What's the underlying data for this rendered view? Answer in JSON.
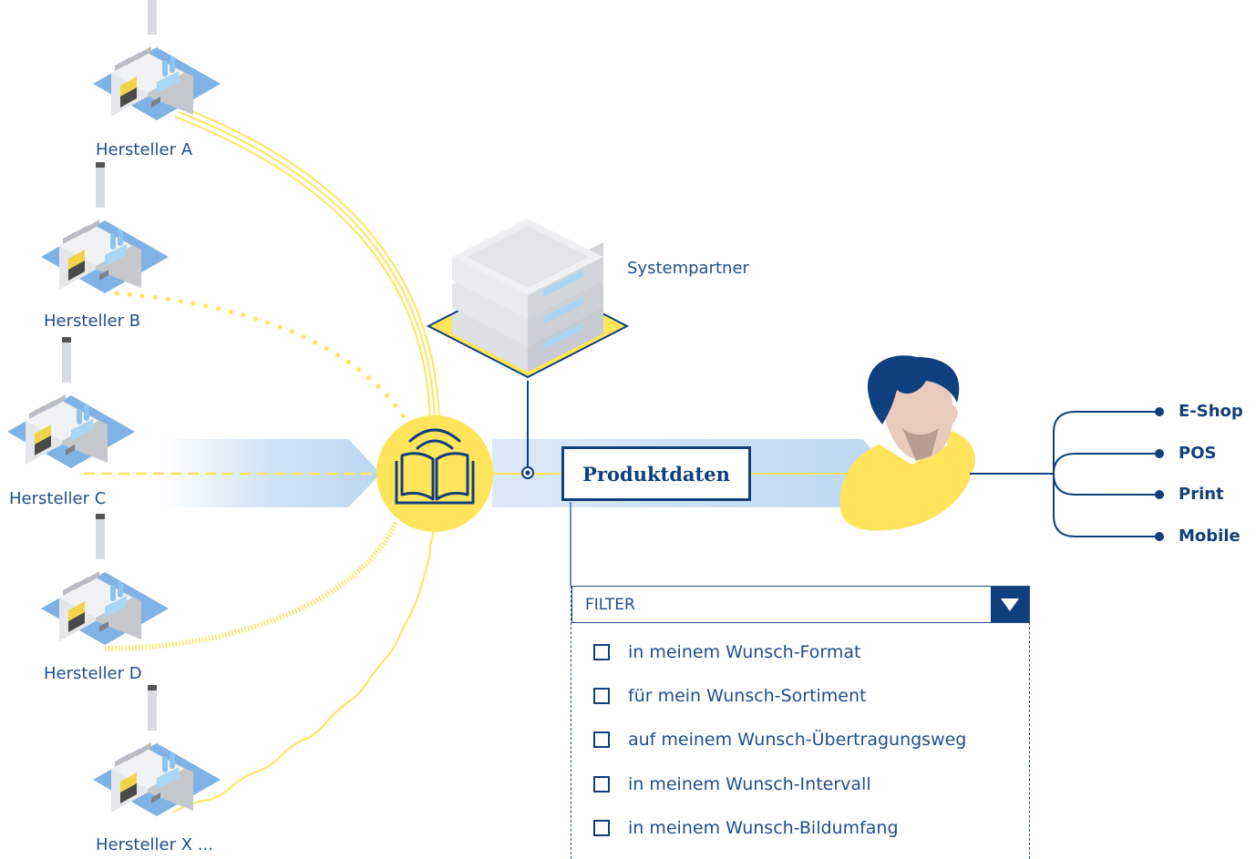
{
  "manufacturers": [
    {
      "label": "Hersteller A",
      "connection": "double-line"
    },
    {
      "label": "Hersteller B",
      "connection": "dotted"
    },
    {
      "label": "Hersteller C",
      "connection": "dashed"
    },
    {
      "label": "Hersteller D",
      "connection": "hatched"
    },
    {
      "label": "Hersteller X ...",
      "connection": "wavy"
    }
  ],
  "hub_icon": "open-book-broadcast-icon",
  "system_partner": {
    "label": "Systempartner",
    "icon": "server-stack-icon"
  },
  "product_data": {
    "label": "Produktdaten"
  },
  "retailer": {
    "icon": "person-avatar-icon"
  },
  "channels": [
    "E-Shop",
    "POS",
    "Print",
    "Mobile"
  ],
  "filter": {
    "title": "FILTER",
    "toggle_icon": "triangle-down-icon",
    "options": [
      "in meinem Wunsch-Format",
      "für mein Wunsch-Sortiment",
      "auf meinem Wunsch-Übertragungsweg",
      "in meinem Wunsch-Intervall",
      "in meinem Wunsch-Bildumfang"
    ]
  },
  "colors": {
    "navy": "#0f3f7c",
    "text_blue": "#1f4e8c",
    "yellow": "#ffe45c",
    "light_blue": "#bcd7f2"
  }
}
